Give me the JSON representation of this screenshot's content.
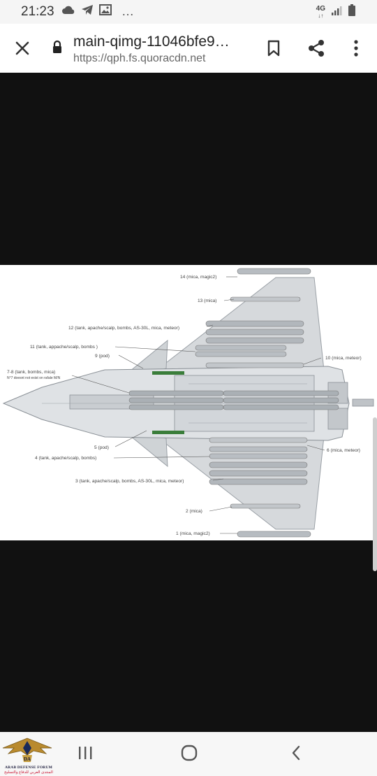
{
  "status_bar": {
    "time": "21:23",
    "more": "…",
    "network": "4G"
  },
  "toolbar": {
    "title": "main-qimg-11046bfe9…",
    "url": "https://qph.fs.quoracdn.net"
  },
  "diagram": {
    "labels": {
      "l14": "14 (mica, magic2)",
      "l13": "13 (mica)",
      "l12": "12 (tank, apache/scalp, bombs, AS-30L, mica, meteor)",
      "l11": "11 (tank, appache/scalp, bombs )",
      "l10": "10 (mica, meteor)",
      "l9": "9 (pod)",
      "l78": "7-8 (tank, bombs, mica)",
      "l78_note": "N°7 doesnt not exist on rafale M/N",
      "l6": "6 (mica, meteor)",
      "l5": "5 (pod)",
      "l4": "4 (tank, apache/scalp, bombs)",
      "l3": "3 (tank, apache/scalp, bombs, AS-30L, mica, meteor)",
      "l2": "2 (mica)",
      "l1": "1 (mica, magic2)"
    }
  },
  "watermark": {
    "line1": "ARAB DEFENSE FORUM",
    "line2": "المنتدى العربي للدفاع والتسليح",
    "badge": "DA"
  },
  "colors": {
    "status_bg": "#f5f5f5",
    "toolbar_bg": "#ffffff",
    "viewer_bg": "#111111",
    "nav_bg": "#f7f7f7"
  }
}
